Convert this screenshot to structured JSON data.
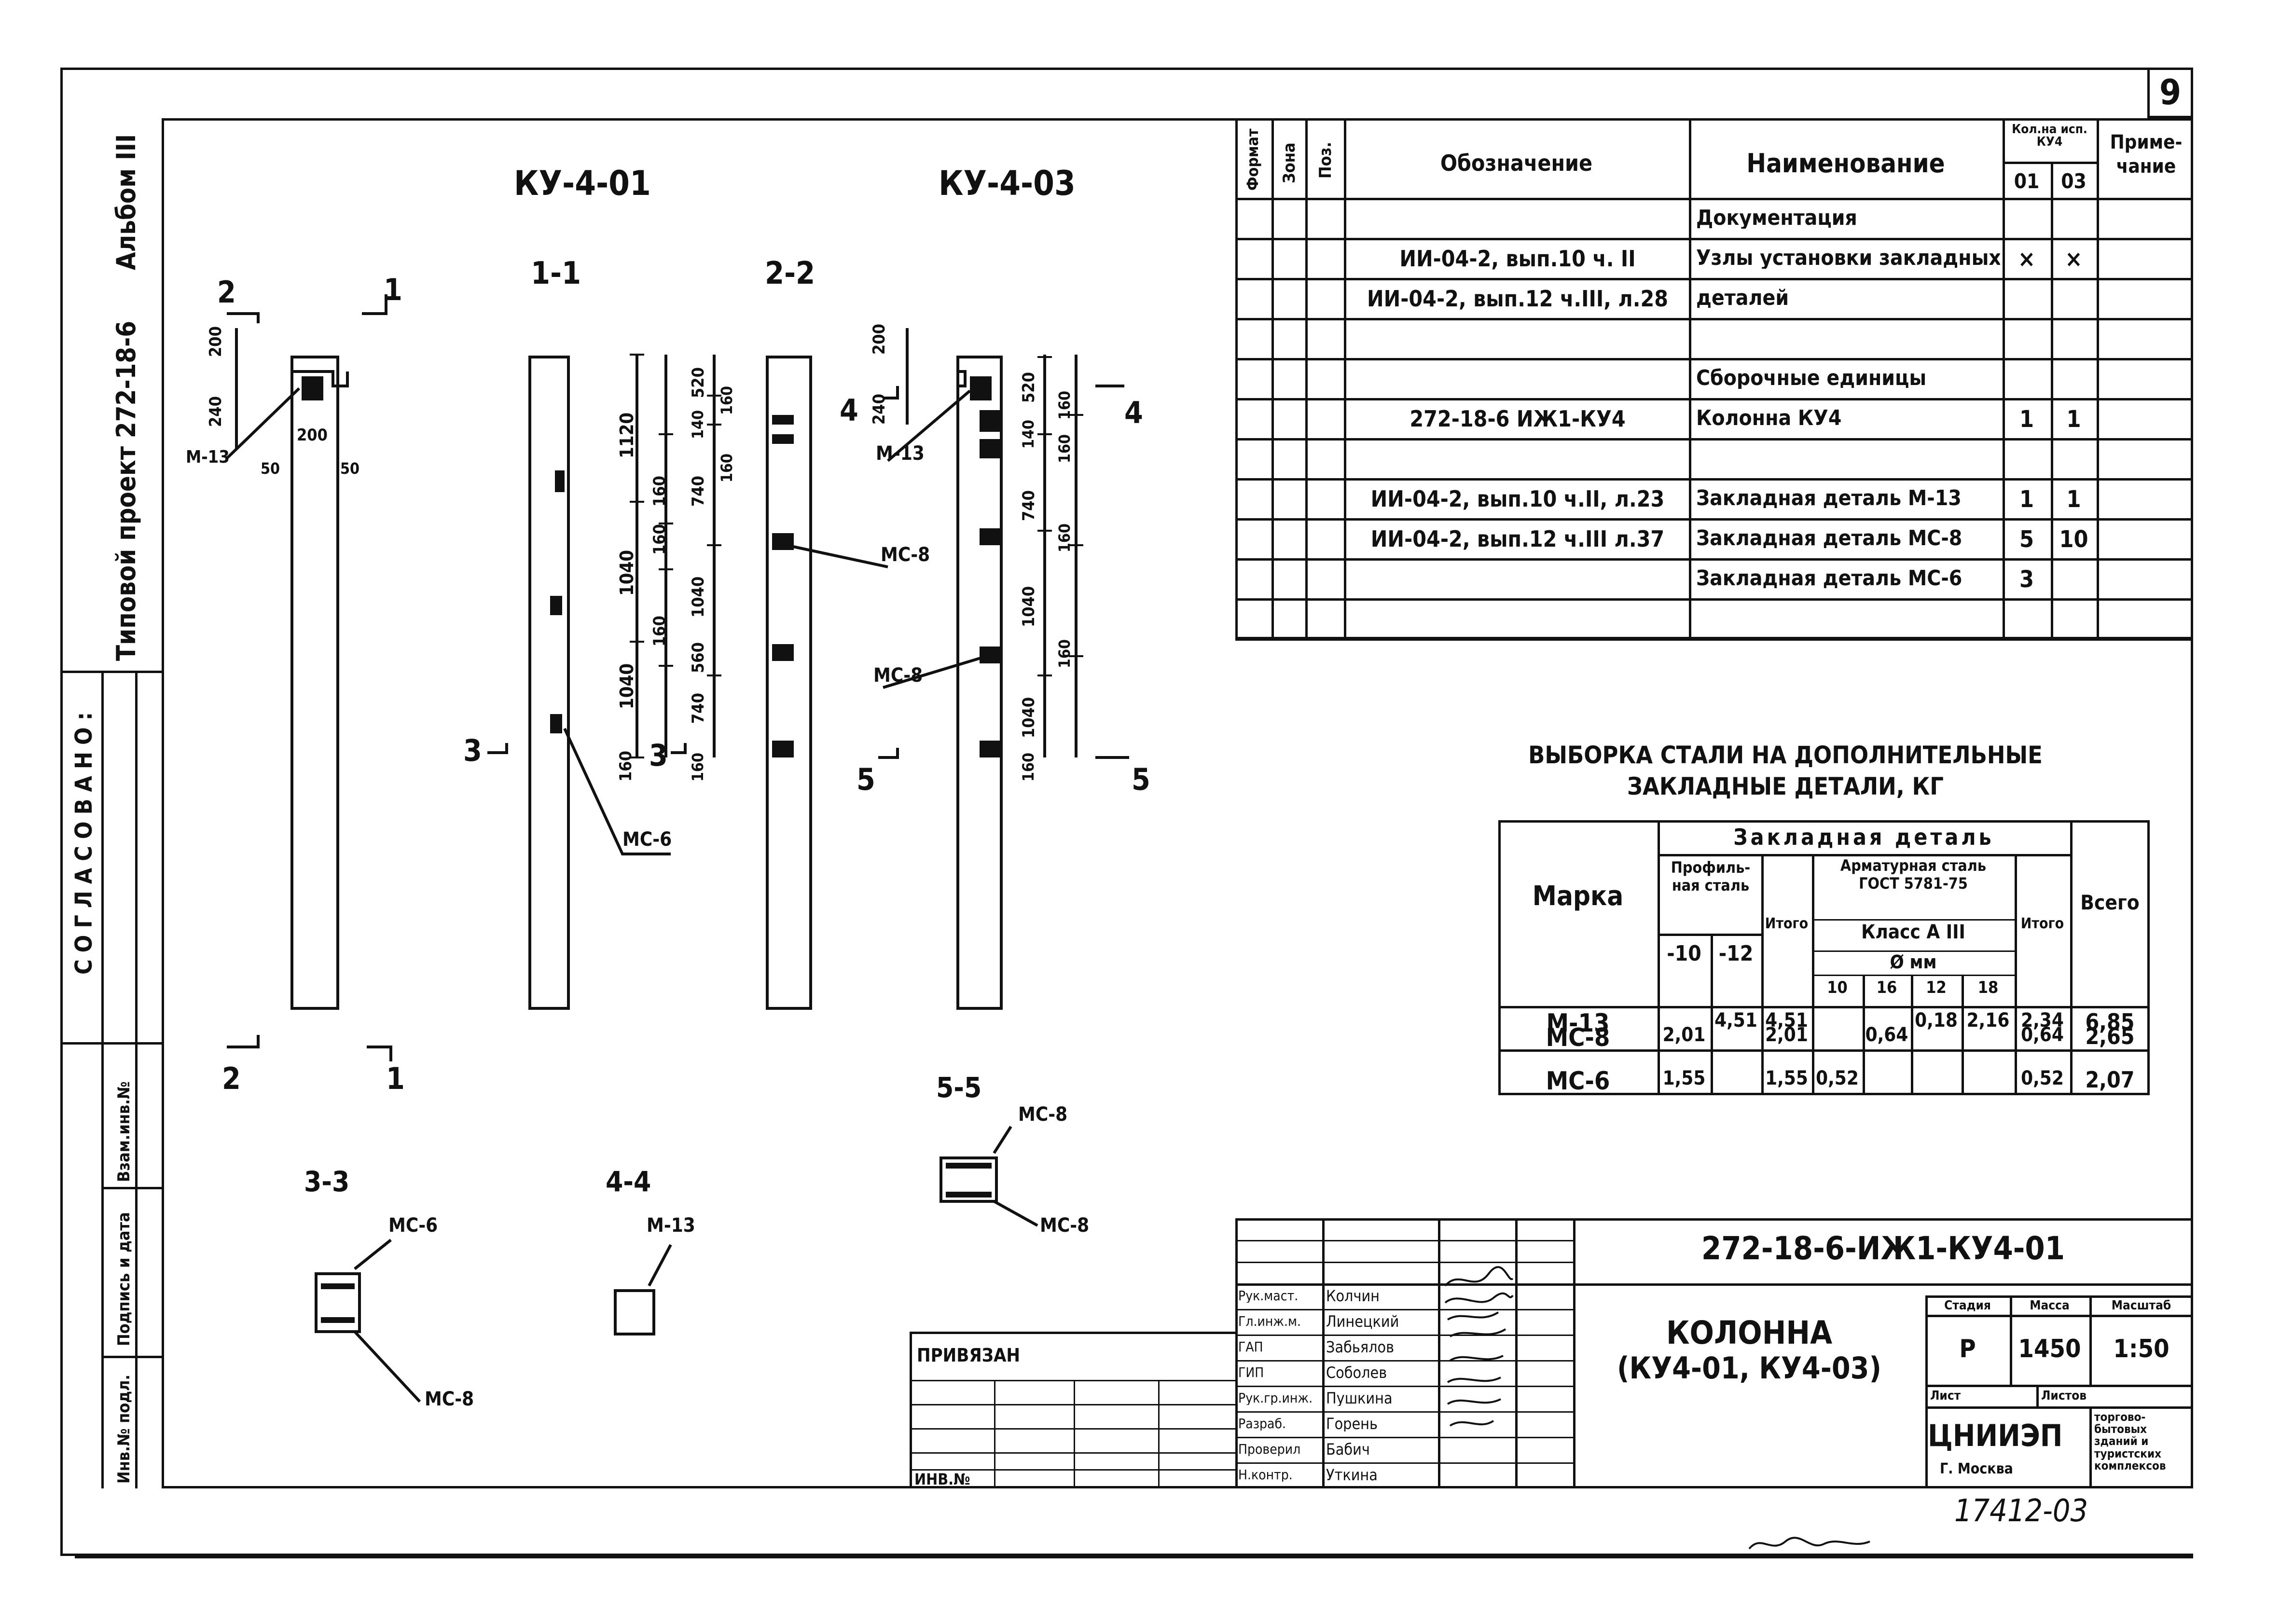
{
  "sheet": {
    "page_number": "9",
    "left_strip": {
      "album": "Альбом III",
      "project": "Типовой проект 272-18-6",
      "agreed": "СОГЛАСОВАНО:",
      "stamp_labels": [
        "Инв.№ подл.",
        "Подпись и дата",
        "Взам.инв.№"
      ]
    },
    "bottom_left": {
      "privyazan": "ПРИВЯЗАН",
      "inv": "ИНВ.№"
    },
    "archive_number": "17412-03"
  },
  "drawings": {
    "titles": [
      "КУ-4-01",
      "КУ-4-03"
    ],
    "sections": [
      "1-1",
      "2-2",
      "3-3",
      "4-4",
      "5-5"
    ],
    "section_marks": [
      "1",
      "2",
      "3",
      "4",
      "5"
    ],
    "callouts": {
      "m13": "М-13",
      "mc8": "МС-8",
      "mc6": "МС-6"
    },
    "dims_a": [
      "200",
      "240",
      "200",
      "50",
      "50"
    ],
    "dims_chain_1": [
      "1120",
      "1040",
      "1040",
      "160"
    ],
    "dims_chain_2": [
      "520",
      "140",
      "160",
      "160",
      "160",
      "160"
    ],
    "dims_chain_3": [
      "740",
      "1040",
      "560",
      "740",
      "160"
    ],
    "dims_b": [
      "200",
      "240"
    ],
    "dims_chain_4": [
      "520",
      "140",
      "160",
      "740",
      "1040",
      "1040",
      "160"
    ],
    "dims_chain_5": [
      "160",
      "160",
      "160",
      "160"
    ]
  },
  "spec_table": {
    "headers": {
      "format": "Формат",
      "zone": "Зона",
      "pos": "Поз.",
      "designation": "Обозначение",
      "name": "Наименование",
      "qty_top": "Кол.на исп. КУ4",
      "qty_01": "01",
      "qty_03": "03",
      "note": "Приме- чание"
    },
    "rows": [
      {
        "designation": "",
        "name": "Документация",
        "q1": "",
        "q3": ""
      },
      {
        "designation": "ИИ-04-2, вып.10 ч. II",
        "name": "Узлы установки закладных",
        "q1": "×",
        "q3": "×"
      },
      {
        "designation": "ИИ-04-2, вып.12 ч.III, л.28",
        "name": "деталей",
        "q1": "",
        "q3": ""
      },
      {
        "designation": "",
        "name": "",
        "q1": "",
        "q3": ""
      },
      {
        "designation": "",
        "name": "Сборочные единицы",
        "q1": "",
        "q3": ""
      },
      {
        "designation": "272-18-6 ИЖ1-КУ4",
        "name": "Колонна КУ4",
        "q1": "1",
        "q3": "1"
      },
      {
        "designation": "",
        "name": "",
        "q1": "",
        "q3": ""
      },
      {
        "designation": "ИИ-04-2, вып.10 ч.II, л.23",
        "name": "Закладная деталь М-13",
        "q1": "1",
        "q3": "1"
      },
      {
        "designation": "ИИ-04-2, вып.12 ч.III л.37",
        "name": "Закладная деталь МС-8",
        "q1": "5",
        "q3": "10"
      },
      {
        "designation": "",
        "name": "Закладная деталь МС-6",
        "q1": "3",
        "q3": ""
      },
      {
        "designation": "",
        "name": "",
        "q1": "",
        "q3": ""
      }
    ]
  },
  "steel_table": {
    "title_line1": "ВЫБОРКА СТАЛИ НА ДОПОЛНИТЕЛЬНЫЕ",
    "title_line2": "ЗАКЛАДНЫЕ ДЕТАЛИ, КГ",
    "h_mark": "Марка",
    "h_detail": "Закладная деталь",
    "h_profile": "Профиль- ная сталь",
    "h_rebar1": "Арматурная сталь",
    "h_rebar2": "ГОСТ 5781-75",
    "h_class": "Класс А III",
    "h_diam": "Ø мм",
    "h_total": "Итого",
    "h_all": "Всего",
    "profile_cols": [
      "-10",
      "-12"
    ],
    "diam_cols": [
      "10",
      "16",
      "12",
      "18"
    ],
    "rows": [
      {
        "mark": "М-13",
        "p10": "",
        "p12": "4,51",
        "pt": "4,51",
        "d10": "",
        "d16": "",
        "d12": "0,18",
        "d18": "2,16",
        "rt": "2,34",
        "all": "6,85"
      },
      {
        "mark": "МС-8",
        "p10": "2,01",
        "p12": "",
        "pt": "2,01",
        "d10": "",
        "d16": "0,64",
        "d12": "",
        "d18": "",
        "rt": "0,64",
        "all": "2,65"
      },
      {
        "mark": "МС-6",
        "p10": "1,55",
        "p12": "",
        "pt": "1,55",
        "d10": "0,52",
        "d16": "",
        "d12": "",
        "d18": "",
        "rt": "0,52",
        "all": "2,07"
      }
    ]
  },
  "title_block": {
    "doc_code": "272-18-6-ИЖ1-КУ4-01",
    "title_line1": "КОЛОННА",
    "title_line2": "(КУ4-01, КУ4-03)",
    "stage_label": "Стадия",
    "mass_label": "Масса",
    "scale_label": "Масштаб",
    "stage": "Р",
    "mass": "1450",
    "scale": "1:50",
    "sheet_label": "Лист",
    "sheets_label": "Листов",
    "org": "ЦНИИЭП",
    "city": "Г. Москва",
    "org_desc": "торгово- бытовых зданий и туристских комплексов",
    "staff": [
      {
        "role": "Рук.маст.",
        "name": "Колчин"
      },
      {
        "role": "Гл.инж.м.",
        "name": "Линецкий"
      },
      {
        "role": "ГАП",
        "name": "Забьялов"
      },
      {
        "role": "ГИП",
        "name": "Соболев"
      },
      {
        "role": "Рук.гр.инж.",
        "name": "Пушкина"
      },
      {
        "role": "Разраб.",
        "name": "Горень"
      },
      {
        "role": "Проверил",
        "name": "Бабич"
      },
      {
        "role": "Н.контр.",
        "name": "Уткина"
      }
    ]
  }
}
